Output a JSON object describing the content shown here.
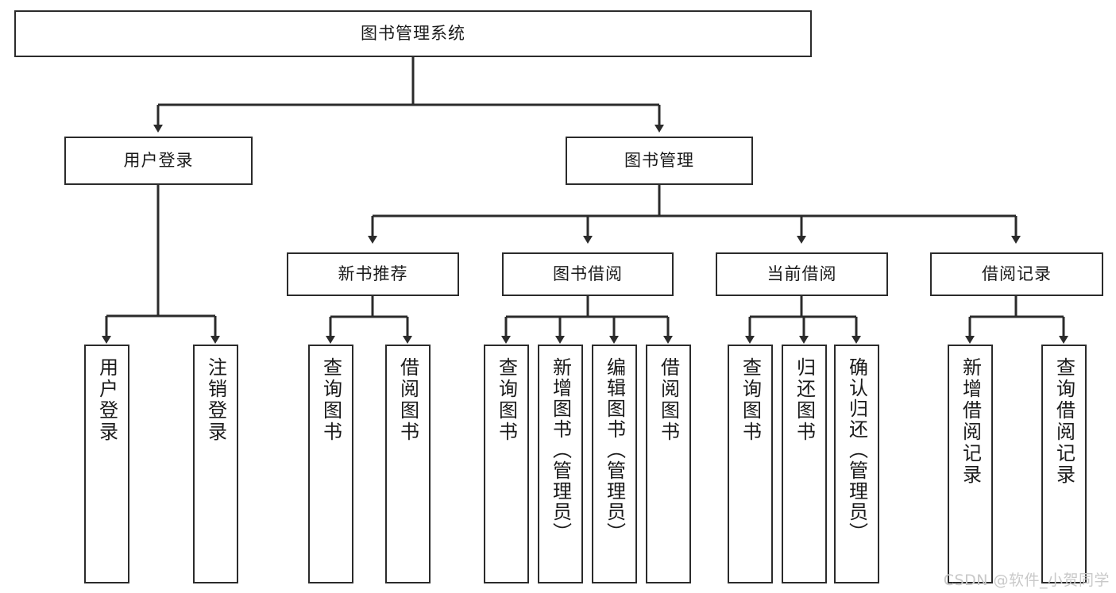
{
  "diagram": {
    "title": "图书管理系统",
    "type": "tree",
    "watermark": "CSDN @软件_小贺同学",
    "line_color": "#2b2b2b",
    "box_fill": "#ffffff",
    "text_color": "#1a1a1a",
    "root": {
      "label": "图书管理系统"
    },
    "level2": [
      {
        "label": "用户登录"
      },
      {
        "label": "图书管理"
      }
    ],
    "level3": [
      {
        "label": "新书推荐"
      },
      {
        "label": "图书借阅"
      },
      {
        "label": "当前借阅"
      },
      {
        "label": "借阅记录"
      }
    ],
    "leaves": {
      "user_login": [
        {
          "label": "用户登录"
        },
        {
          "label": "注销登录"
        }
      ],
      "new_book_recommend": [
        {
          "label": "查询图书"
        },
        {
          "label": "借阅图书"
        }
      ],
      "book_borrow": [
        {
          "label": "查询图书"
        },
        {
          "label": "新增图书（管理员）"
        },
        {
          "label": "编辑图书（管理员）"
        },
        {
          "label": "借阅图书"
        }
      ],
      "current_borrow": [
        {
          "label": "查询图书"
        },
        {
          "label": "归还图书"
        },
        {
          "label": "确认归还（管理员）"
        }
      ],
      "borrow_record": [
        {
          "label": "新增借阅记录"
        },
        {
          "label": "查询借阅记录"
        }
      ]
    }
  }
}
